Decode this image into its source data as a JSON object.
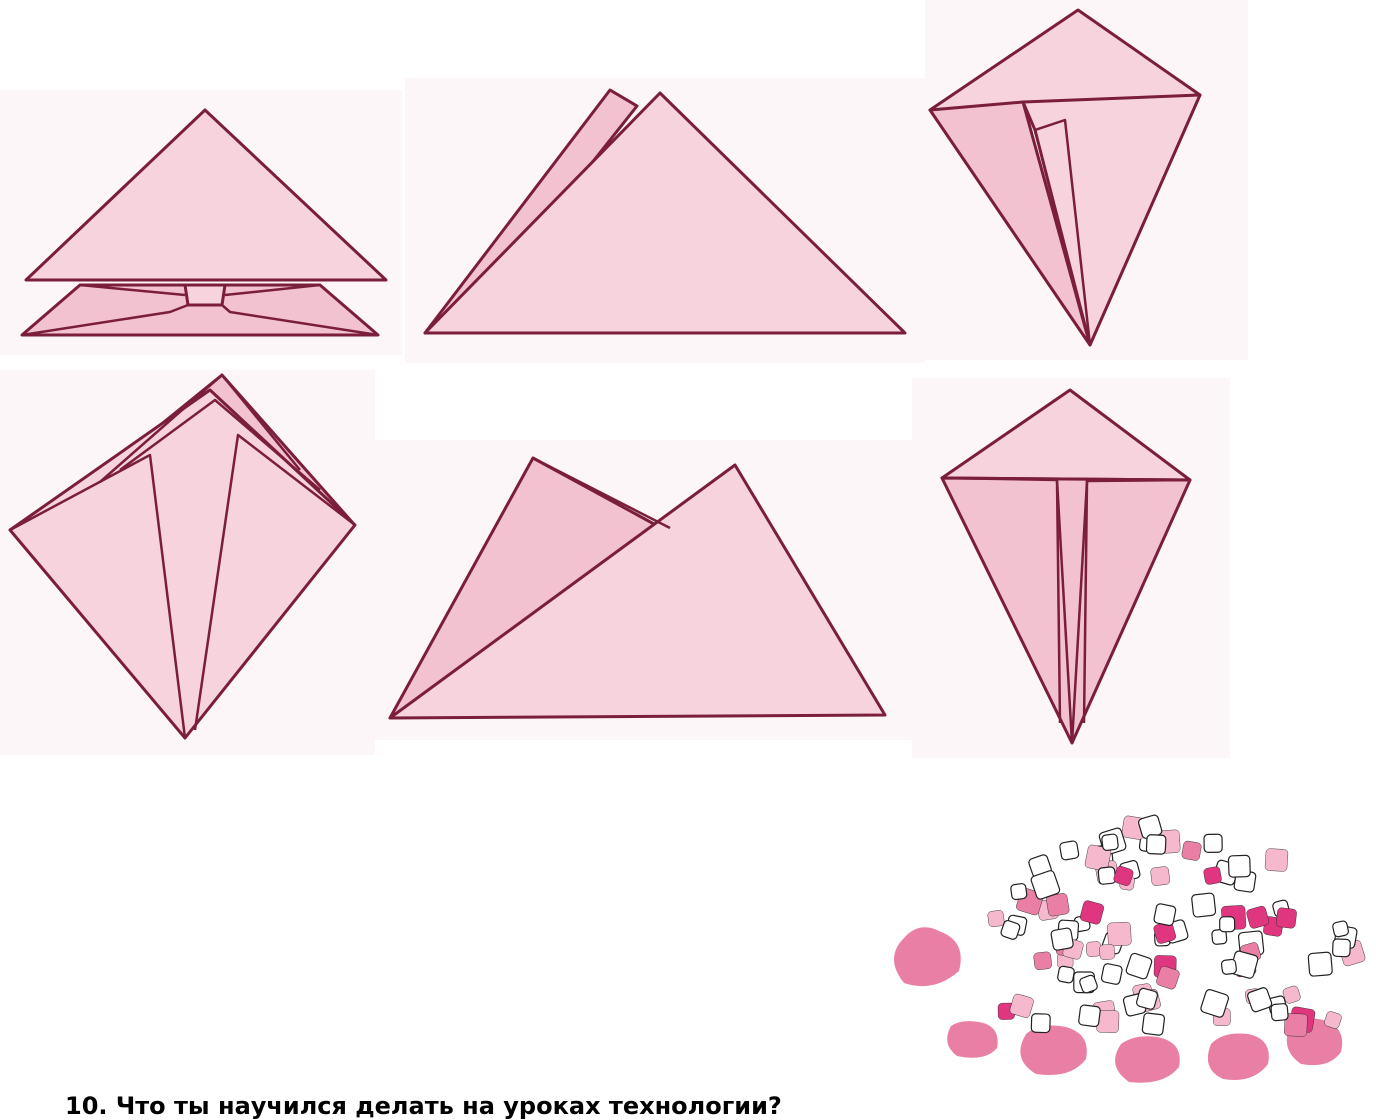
{
  "diagram": {
    "panels": [
      {
        "name": "fold-step-1",
        "shape": "double-triangle"
      },
      {
        "name": "fold-step-2",
        "shape": "offset-triangle"
      },
      {
        "name": "fold-step-3",
        "shape": "kite-folded"
      },
      {
        "name": "fold-step-4",
        "shape": "kite-layered"
      },
      {
        "name": "fold-step-5",
        "shape": "twin-peaks"
      },
      {
        "name": "fold-step-6",
        "shape": "kite"
      }
    ],
    "colors": {
      "paper": "#f7d3dd",
      "paper_shade": "#f2c2d0",
      "outline": "#7a1e3b",
      "petal_light": "#f6b8cc",
      "petal_medium": "#ea7fa6",
      "petal_dark": "#e0357f"
    }
  },
  "question": {
    "text": "10. Что ты научился делать на уроках технологии?"
  }
}
